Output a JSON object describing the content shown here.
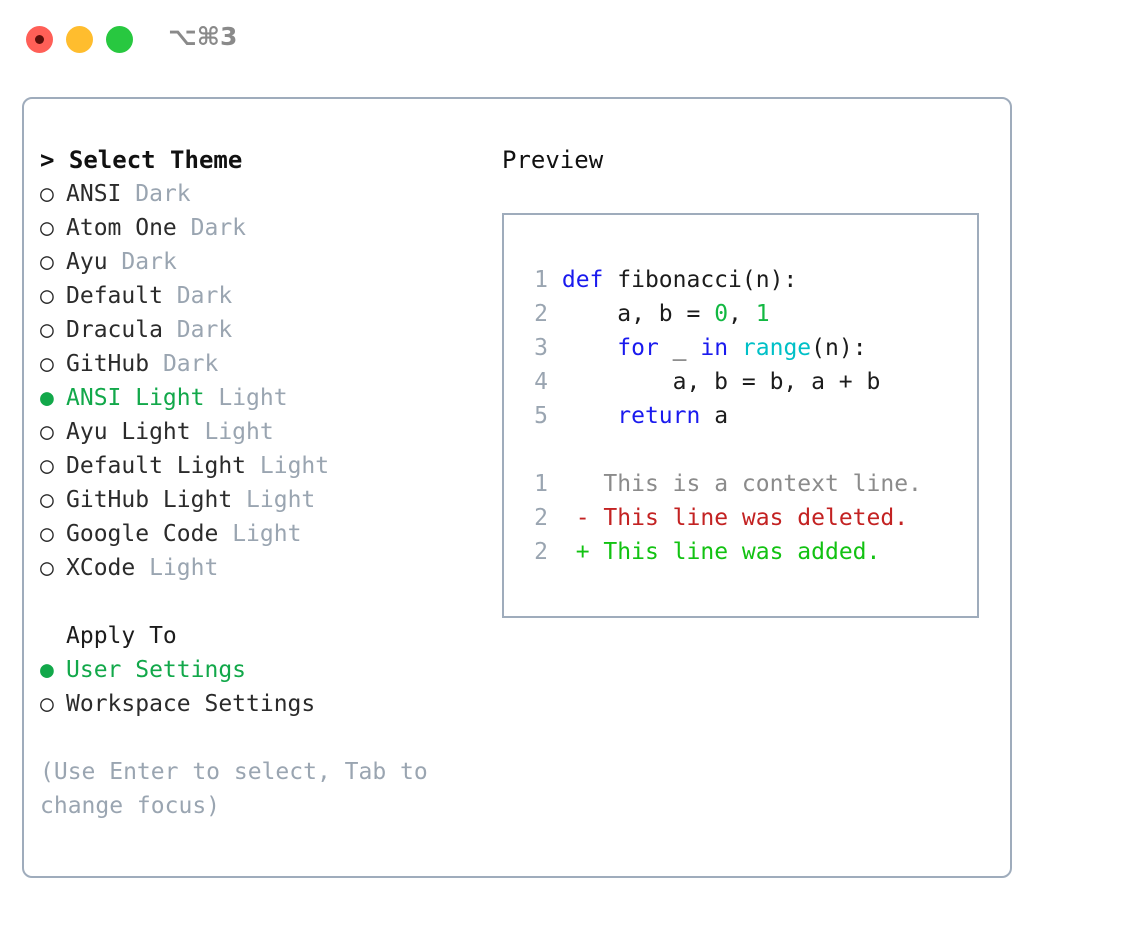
{
  "titlebar": {
    "shortcut": "⌥⌘3",
    "buttons": [
      {
        "name": "close",
        "color": "#ff5f57"
      },
      {
        "name": "minimize",
        "color": "#ffbd2e"
      },
      {
        "name": "maximize",
        "color": "#28c840"
      }
    ]
  },
  "theme_list": {
    "header": "> Select Theme",
    "items": [
      {
        "marker": "○",
        "name": "ANSI",
        "variant": "Dark",
        "selected": false
      },
      {
        "marker": "○",
        "name": "Atom One",
        "variant": "Dark",
        "selected": false
      },
      {
        "marker": "○",
        "name": "Ayu",
        "variant": "Dark",
        "selected": false
      },
      {
        "marker": "○",
        "name": "Default",
        "variant": "Dark",
        "selected": false
      },
      {
        "marker": "○",
        "name": "Dracula",
        "variant": "Dark",
        "selected": false
      },
      {
        "marker": "○",
        "name": "GitHub",
        "variant": "Dark",
        "selected": false
      },
      {
        "marker": "●",
        "name": "ANSI Light",
        "variant": "Light",
        "selected": true
      },
      {
        "marker": "○",
        "name": "Ayu Light",
        "variant": "Light",
        "selected": false
      },
      {
        "marker": "○",
        "name": "Default Light",
        "variant": "Light",
        "selected": false
      },
      {
        "marker": "○",
        "name": "GitHub Light",
        "variant": "Light",
        "selected": false
      },
      {
        "marker": "○",
        "name": "Google Code",
        "variant": "Light",
        "selected": false
      },
      {
        "marker": "○",
        "name": "XCode",
        "variant": "Light",
        "selected": false
      }
    ]
  },
  "apply_to": {
    "header": "Apply To",
    "items": [
      {
        "marker": "●",
        "name": "User Settings",
        "selected": true
      },
      {
        "marker": "○",
        "name": "Workspace Settings",
        "selected": false
      }
    ]
  },
  "hint": "(Use Enter to select, Tab to change focus)",
  "preview": {
    "title": "Preview",
    "code_lines": [
      {
        "num": "1",
        "tokens": [
          {
            "t": "def ",
            "c": "kw"
          },
          {
            "t": "fibonacci(n):",
            "c": "plain"
          }
        ]
      },
      {
        "num": "2",
        "tokens": [
          {
            "t": "    a, b = ",
            "c": "plain"
          },
          {
            "t": "0",
            "c": "num"
          },
          {
            "t": ", ",
            "c": "plain"
          },
          {
            "t": "1",
            "c": "num"
          }
        ]
      },
      {
        "num": "3",
        "tokens": [
          {
            "t": "    ",
            "c": "plain"
          },
          {
            "t": "for",
            "c": "kw"
          },
          {
            "t": " _ ",
            "c": "plain"
          },
          {
            "t": "in",
            "c": "kw"
          },
          {
            "t": " ",
            "c": "plain"
          },
          {
            "t": "range",
            "c": "fn"
          },
          {
            "t": "(n):",
            "c": "plain"
          }
        ]
      },
      {
        "num": "4",
        "tokens": [
          {
            "t": "        a, b = b, a + b",
            "c": "plain"
          }
        ]
      },
      {
        "num": "5",
        "tokens": [
          {
            "t": "    ",
            "c": "plain"
          },
          {
            "t": "return",
            "c": "kw"
          },
          {
            "t": " a",
            "c": "plain"
          }
        ]
      }
    ],
    "diff_lines": [
      {
        "num": "1",
        "marker": " ",
        "text": "This is a context line.",
        "kind": "diff-ctx"
      },
      {
        "num": "2",
        "marker": "-",
        "text": "This line was deleted.",
        "kind": "diff-del"
      },
      {
        "num": "2",
        "marker": "+",
        "text": "This line was added.",
        "kind": "diff-add"
      }
    ]
  },
  "colors": {
    "accent_green": "#12a84a",
    "muted": "#9aa5b1",
    "border": "#9facbc",
    "keyword": "#1a1aee",
    "function": "#00c0c7",
    "number": "#12b842",
    "diff_deleted": "#c32222",
    "diff_added": "#12c212"
  }
}
